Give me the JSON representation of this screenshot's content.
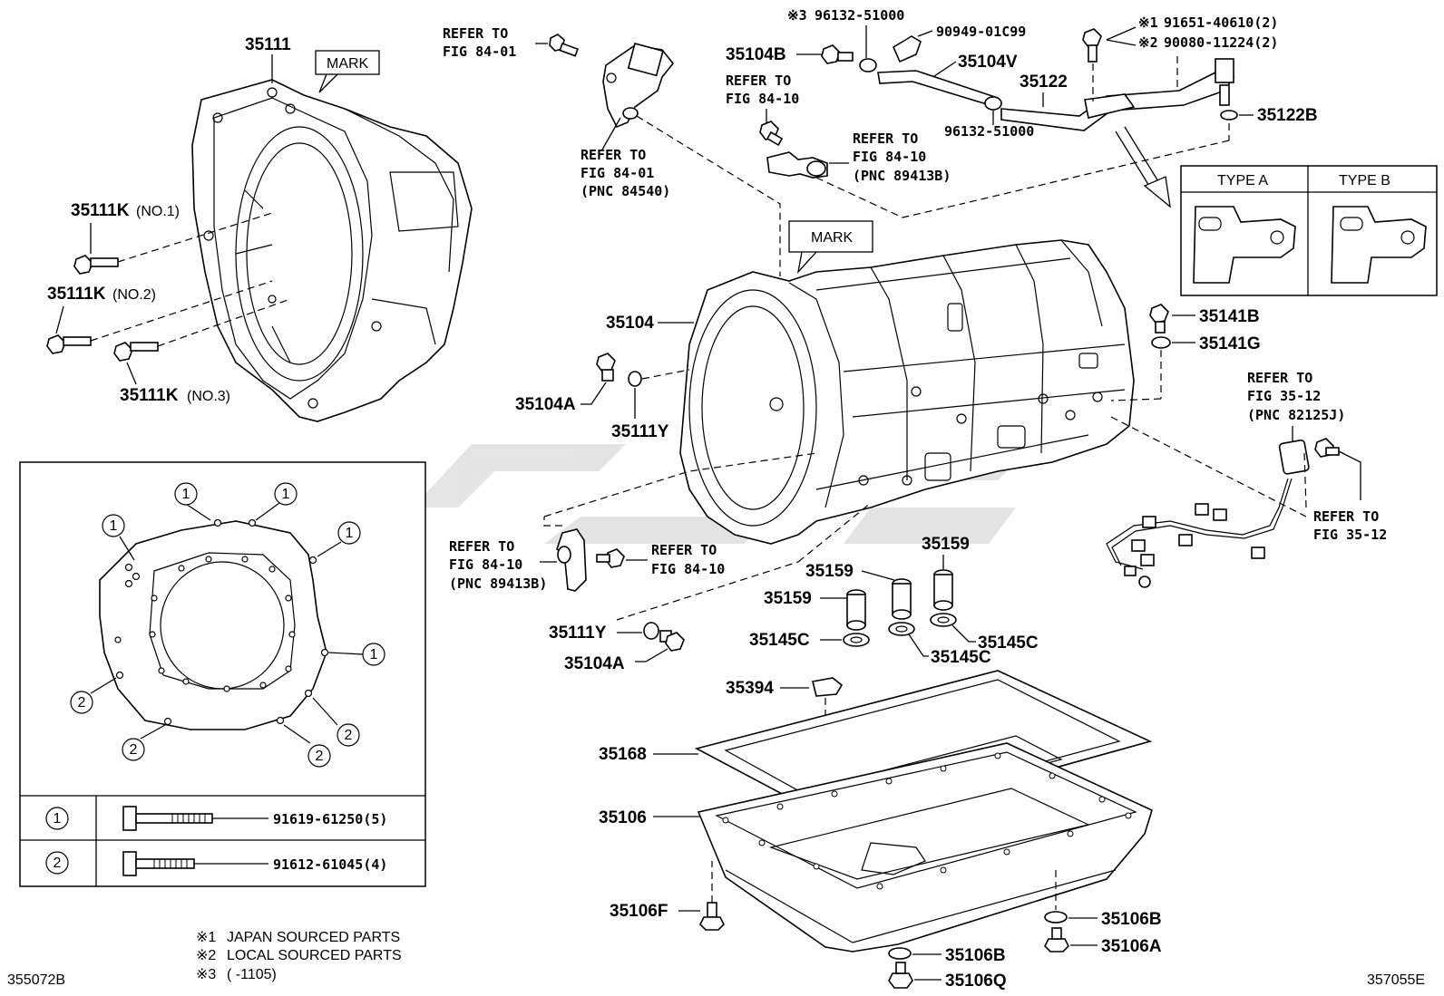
{
  "labels": {
    "p35111": "35111",
    "mark1": "MARK",
    "mark2": "MARK",
    "p35111k1": "35111K",
    "p35111k1_suffix": "(NO.1)",
    "p35111k2": "35111K",
    "p35111k2_suffix": "(NO.2)",
    "p35111k3": "35111K",
    "p35111k3_suffix": "(NO.3)",
    "ref_8401_a1": "REFER TO",
    "ref_8401_a2": "FIG 84-01",
    "ref_8401_b1": "REFER TO",
    "ref_8401_b2": "FIG 84-01",
    "ref_8401_b3": "(PNC 84540)",
    "p96132_top": "96132-51000",
    "p96132_top_mark": "※3",
    "p90949": "90949-01C99",
    "p35104b": "35104B",
    "p35104v": "35104V",
    "ref_8410_a1": "REFER TO",
    "ref_8410_a2": "FIG 84-10",
    "p35122": "35122",
    "p96132_mid": "96132-51000",
    "ref_8410_b1": "REFER TO",
    "ref_8410_b2": "FIG 84-10",
    "ref_8410_b3": "(PNC 89413B)",
    "p91651": "91651-40610(2)",
    "p91651_mark": "※1",
    "p90080": "90080-11224(2)",
    "p90080_mark": "※2",
    "p35122b": "35122B",
    "type_a": "TYPE A",
    "type_b": "TYPE B",
    "p35104": "35104",
    "p35141b": "35141B",
    "p35141g": "35141G",
    "p35104a_1": "35104A",
    "p35111y_1": "35111Y",
    "ref_3512_a1": "REFER TO",
    "ref_3512_a2": "FIG 35-12",
    "ref_3512_a3": "(PNC 82125J)",
    "ref_3512_b1": "REFER TO",
    "ref_3512_b2": "FIG 35-12",
    "ref_8410_c1": "REFER TO",
    "ref_8410_c2": "FIG 84-10",
    "ref_8410_c3": "(PNC 89413B)",
    "ref_8410_d1": "REFER TO",
    "ref_8410_d2": "FIG 84-10",
    "p35159_a": "35159",
    "p35159_b": "35159",
    "p35159_c": "35159",
    "p35111y_2": "35111Y",
    "p35145c_a": "35145C",
    "p35145c_b": "35145C",
    "p35145c_c": "35145C",
    "p35104a_2": "35104A",
    "p35394": "35394",
    "p35168": "35168",
    "p35106": "35106",
    "p35106f": "35106F",
    "p35106b_a": "35106B",
    "p35106a": "35106A",
    "p35106b_b": "35106B",
    "p35106q": "35106Q"
  },
  "inset": {
    "callout_1": "1",
    "callout_2": "2",
    "row1_key": "1",
    "row1_part": "91619-61250(5)",
    "row2_key": "2",
    "row2_part": "91612-61045(4)"
  },
  "notes": [
    {
      "mark": "※1",
      "text": "JAPAN SOURCED PARTS"
    },
    {
      "mark": "※2",
      "text": "LOCAL SOURCED PARTS"
    },
    {
      "mark": "※3",
      "text": "(      -1105)"
    }
  ],
  "footer": {
    "left_code": "355072B",
    "right_code": "357055E"
  }
}
